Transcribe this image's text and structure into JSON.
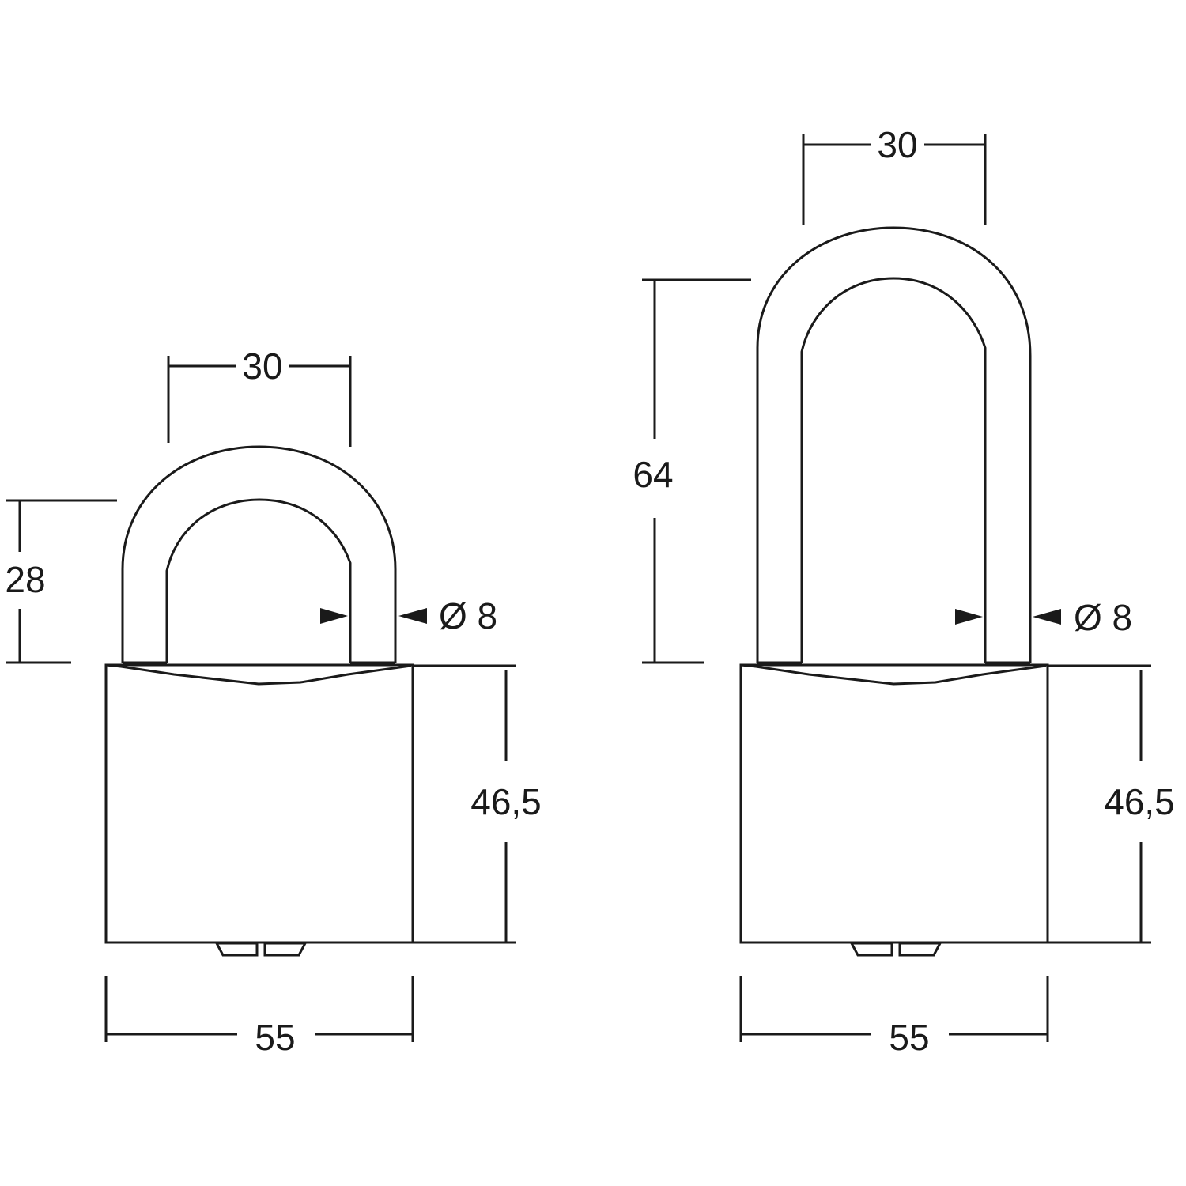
{
  "drawing": {
    "padlock_standard": {
      "shackle_spacing": "30",
      "shackle_clearance": "28",
      "shackle_diameter": "Ø 8",
      "body_height": "46,5",
      "body_width": "55"
    },
    "padlock_long_shackle": {
      "shackle_spacing": "30",
      "shackle_clearance": "64",
      "shackle_diameter": "Ø 8",
      "body_height": "46,5",
      "body_width": "55"
    },
    "colors": {
      "line": "#1a1a1a",
      "background": "#ffffff"
    }
  }
}
